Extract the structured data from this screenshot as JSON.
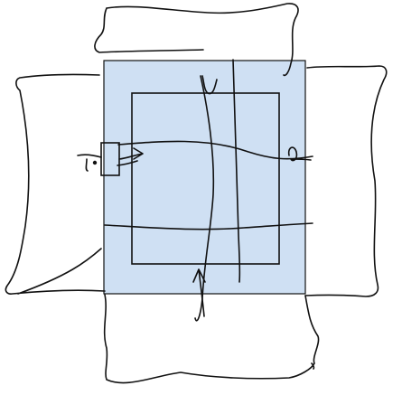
{
  "diagram": {
    "colors": {
      "background": "#ffffff",
      "main_fill": "#cfe0f3",
      "main_stroke": "#111111",
      "ink": "#111111"
    },
    "shapes": [
      {
        "name": "top-flap-sketch",
        "kind": "freehand"
      },
      {
        "name": "left-flap-sketch",
        "kind": "freehand"
      },
      {
        "name": "right-flap-sketch",
        "kind": "freehand"
      },
      {
        "name": "bottom-flap-sketch",
        "kind": "freehand"
      },
      {
        "name": "main-rectangle",
        "kind": "rectangle",
        "filled": true
      },
      {
        "name": "inner-rectangle",
        "kind": "rectangle",
        "filled": false
      },
      {
        "name": "left-tab",
        "kind": "rectangle",
        "filled": false
      }
    ],
    "strokes": [
      "horizontal-curve-upper",
      "horizontal-curve-lower",
      "vertical-curve-left",
      "vertical-line-right",
      "left-connector-arrow",
      "right-curl",
      "top-hook",
      "bottom-arrow"
    ]
  }
}
